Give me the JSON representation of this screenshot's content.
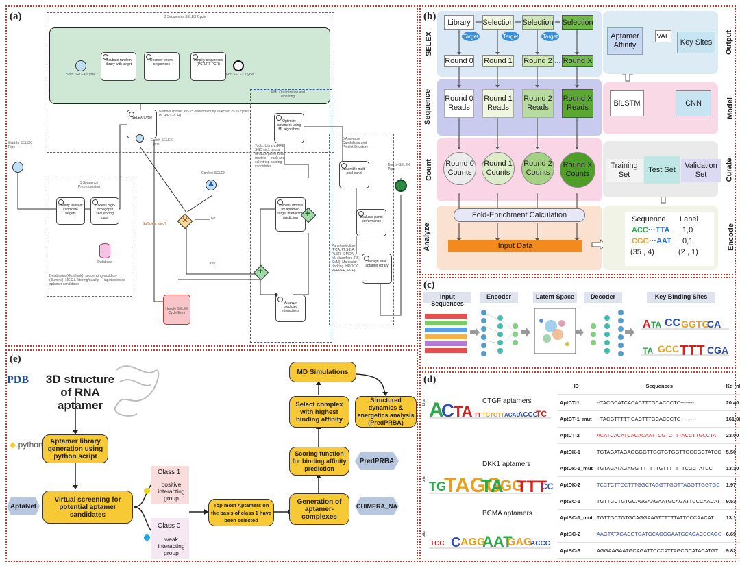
{
  "panels": {
    "a": "(a)",
    "b": "(b)",
    "c": "(c)",
    "d": "(d)",
    "e": "(e)"
  },
  "panel_a": {
    "subprocess_title": "3 Sequences SELEX Cycle",
    "start_cycle": "Start SELEX Cycle",
    "step1": "Incubate random library with target",
    "step2": "Recover bound sequences",
    "step3": "Amplify sequences (PCR/RT-PCR)",
    "end_cycle": "End SELEX Cycle",
    "selex_cycle": "SELEX Cycle",
    "selex_note": "Number rounds = 8-15 enrichment by selection (5-15 cycles PCR/RT-PCR)",
    "enrich_label": "Enrich SELEX Cycle",
    "start_pipeline": "Start In-SELEX Pipe",
    "preproc_title": "1 Sequence Preprocessing",
    "identify": "Identify relevant candidate targets",
    "process_reads": "Process high-throughput sequencing data",
    "database": "Database",
    "db_note": "Databases (GenBank), sequencing workflow (Illumina), NGS & filtering/quality — input selected aptamer candidates",
    "gateway": "Sufficient yield?",
    "confirm": "Confirm SELEX",
    "yes": "Yes",
    "no": "No",
    "handle": "Handle SELEX Cycle Error",
    "opt_title": "4 ML Optimization and Modeling",
    "optimize": "Optimize aptamers using ML algorithms",
    "tools_note": "Tools: Library (RFE, SGD etc), neural network generative models — rank and select top-scoring candidates",
    "train": "Train ML models for aptamer-target interaction prediction",
    "analyze": "Analyze predicted interactions",
    "assemble_title": "5 Assemble Candidates and Predict Structure",
    "assemble": "Assemble multi-pool panel",
    "evaluate": "Evaluate panel performance",
    "design": "Design final aptamer library",
    "refine_note": "Panel selection (PCA, PLS-DA, PLSR, SIMCA), ML classifiers (RF, SVM), Molecular docking (HDOCK, PEPPER, FEP)",
    "end_pipeline": "End In-SELEX Pipe"
  },
  "panel_b": {
    "rows": [
      "SELEX",
      "Sequence",
      "Count",
      "Analyze"
    ],
    "selex": {
      "library": "Library",
      "selection": "Selection",
      "target": "Target",
      "rounds": [
        "Round 0",
        "Round 1",
        "Round 2",
        "Round X"
      ],
      "dots": "..."
    },
    "sequence": [
      "Round 0 Reads",
      "Round 1 Reads",
      "Round 2 Reads",
      "Round X Reads"
    ],
    "count": [
      "Round 0 Counts",
      "Round 1 Counts",
      "Round 2 Counts",
      "Round X Counts"
    ],
    "fold": "Fold-Enrichment Calculation",
    "input": "Input Data",
    "right_rows": [
      "Output",
      "Model",
      "Curate",
      "Encode"
    ],
    "output": {
      "affinity": "Aptamer Affinity",
      "vae": "VAE",
      "key": "Key Sites"
    },
    "model": {
      "bilstm": "BiLSTM",
      "cnn": "CNN"
    },
    "curate": {
      "train": "Training Set",
      "test": "Test Set",
      "val": "Validation Set"
    },
    "encode": {
      "seq_h": "Sequence",
      "label_h": "Label",
      "s1a": "ACC",
      "s1m": "···",
      "s1b": "TTA",
      "l1": "1,0",
      "s2a": "CGG",
      "s2m": "···",
      "s2b": "AAT",
      "l2": "0,1",
      "shape1": "(35 , 4)",
      "shape2": "(2 , 1)"
    }
  },
  "panel_c": {
    "steps": [
      "Input Sequences",
      "Encoder",
      "Latent Space",
      "Decoder",
      "Key Binding Sites"
    ]
  },
  "panel_d": {
    "logos": [
      {
        "title": "CTGF aptamers",
        "letters": "ACTA TT TGTGTT ACAC ACCCTC"
      },
      {
        "title": "DKK1 aptamers",
        "letters": "TGTAGGTAGGTTGTGTTTTCC"
      },
      {
        "title": "BCMA aptamers",
        "letters": "TCCAGG AATGAG ACCC"
      }
    ],
    "logo_ylabel": "bits",
    "table": {
      "headers": [
        "ID",
        "Sequences",
        "Kd (nM)"
      ],
      "rows": [
        {
          "id": "AptCT-1",
          "seq": "--TACGCATCACACTTTGCACCCTC--------",
          "kd": "20.40"
        },
        {
          "id": "AptCT-1_mut",
          "seq": "--TACGTTTTT CACTTTGCACCCTC--------",
          "kd": "161.00"
        },
        {
          "id": "AptCT-2",
          "seq": "ACATCACATCACACAATTCGTCTTTACCTTGCCTA",
          "kd": "23.00"
        },
        {
          "id": "AptDK-1",
          "seq": "TGTAGATAGAGGGGTTGGTGTGGTTGGCGCTATCC",
          "kd": "5.50"
        },
        {
          "id": "AptDK-1_mut",
          "seq": "TGTAGATAGAGG TTTTTTGTTTTTTTCGCTATCC",
          "kd": "13.10"
        },
        {
          "id": "AptDK-2",
          "seq": "TCCTCTTCCTTTGGCTAGGTTGGTTAGGTTGGTGC",
          "kd": "1.97"
        },
        {
          "id": "AptBC-1",
          "seq": "TGTTGCTGTGCAGGAAGAATGCAGATTCCCAACAT",
          "kd": "9.53"
        },
        {
          "id": "AptBC-1_mut",
          "seq": "TGTTGCTGTGCAGGAAGTTTTTTATTCCCAACAT",
          "kd": "13.1"
        },
        {
          "id": "AptBC-2",
          "seq": "AAGTATAGACGTGATGCAGGGAATGCAGACCCAGG",
          "kd": "6.69"
        },
        {
          "id": "AptBC-3",
          "seq": "AGGAAGAATGCAGATTCCCATTAGCGCATACATGT",
          "kd": "9.82"
        }
      ]
    }
  },
  "panel_e": {
    "pdb": "PDB",
    "python": "python",
    "structure": "3D structure of RNA aptamer",
    "library": "Aptamer library generation using python script",
    "aptanet": "AptaNet",
    "screening": "Virtual screening for potential aptamer candidates",
    "class1": "Class 1",
    "class1_desc": "positive interacting group",
    "class0": "Class 0",
    "class0_desc": "weak interacting group",
    "top": "Top most Aptamers on the basis of class 1 have been selected",
    "complexes": "Generation of aptamer-complexes",
    "chimera": "CHIMERA_NA",
    "scoring": "Scoring function for binding affinity prediction",
    "predprba1": "PredPRBA",
    "select": "Select complex with highest binding affinity",
    "md": "MD Simulations",
    "structured": "Structured dynamics & energetics analysis (PredPRBA)",
    "colors": {
      "yellow": "#f7c934",
      "class1_dot": "#f0d21b",
      "class0_dot": "#22a7e0"
    }
  }
}
